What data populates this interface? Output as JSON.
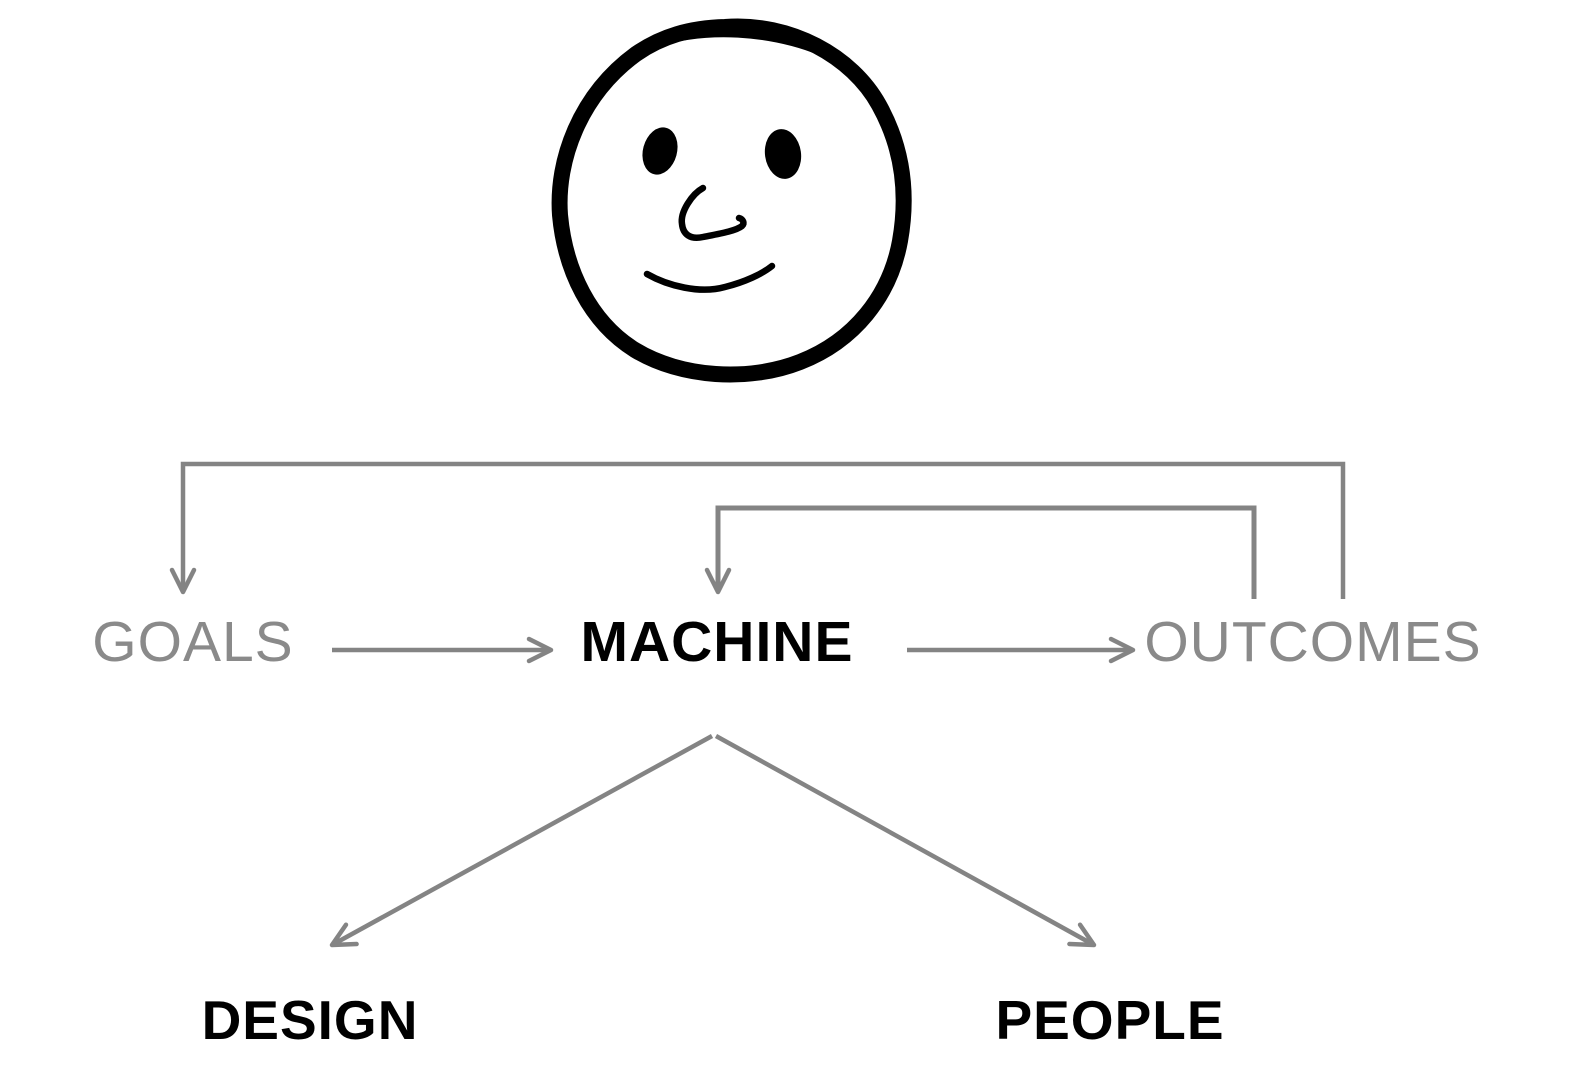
{
  "page": {
    "background": "#ffffff"
  },
  "diagram": {
    "icon": {
      "name": "smiley-face-sketch",
      "color": "#000000"
    },
    "colors": {
      "muted_text": "#8a8a8a",
      "strong_text": "#000000",
      "arrow": "#848484"
    },
    "nodes": {
      "goals": {
        "label": "GOALS",
        "emphasis": "muted"
      },
      "machine": {
        "label": "MACHINE",
        "emphasis": "strong"
      },
      "outcomes": {
        "label": "OUTCOMES",
        "emphasis": "muted"
      },
      "design": {
        "label": "DESIGN",
        "emphasis": "strong"
      },
      "people": {
        "label": "PEOPLE",
        "emphasis": "strong"
      }
    },
    "edges": [
      {
        "from": "goals",
        "to": "machine",
        "style": "straight-arrow"
      },
      {
        "from": "machine",
        "to": "outcomes",
        "style": "straight-arrow"
      },
      {
        "from": "outcomes",
        "to": "goals",
        "style": "feedback-elbow-arrow"
      },
      {
        "from": "outcomes",
        "to": "machine",
        "style": "feedback-elbow-arrow"
      },
      {
        "from": "machine",
        "to": "design",
        "style": "diagonal-arrow"
      },
      {
        "from": "machine",
        "to": "people",
        "style": "diagonal-arrow"
      }
    ]
  }
}
